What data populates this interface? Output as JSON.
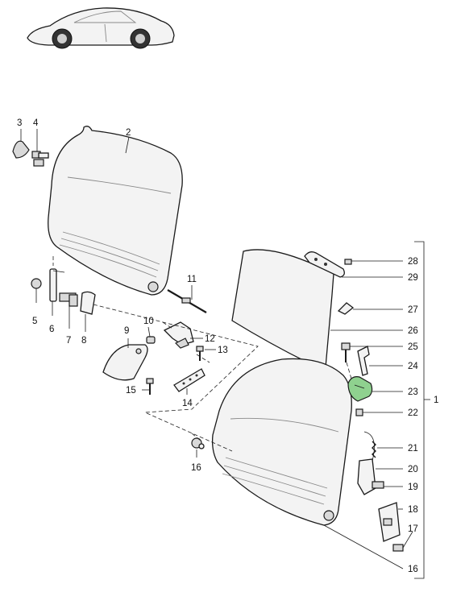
{
  "callouts": {
    "c1": "1",
    "c2": "2",
    "c3": "3",
    "c4": "4",
    "c5": "5",
    "c6": "6",
    "c7": "7",
    "c8": "8",
    "c9": "9",
    "c10": "10",
    "c11": "11",
    "c12": "12",
    "c13": "13",
    "c14": "14",
    "c15": "15",
    "c16a": "16",
    "c16b": "16",
    "c17": "17",
    "c18": "18",
    "c19": "19",
    "c20": "20",
    "c21": "21",
    "c22": "22",
    "c23": "23",
    "c24": "24",
    "c25": "25",
    "c26": "26",
    "c27": "27",
    "c28": "28",
    "c29": "29"
  },
  "colors": {
    "highlight": "#8fd18f",
    "line": "#1a1a1a",
    "background": "#ffffff"
  }
}
